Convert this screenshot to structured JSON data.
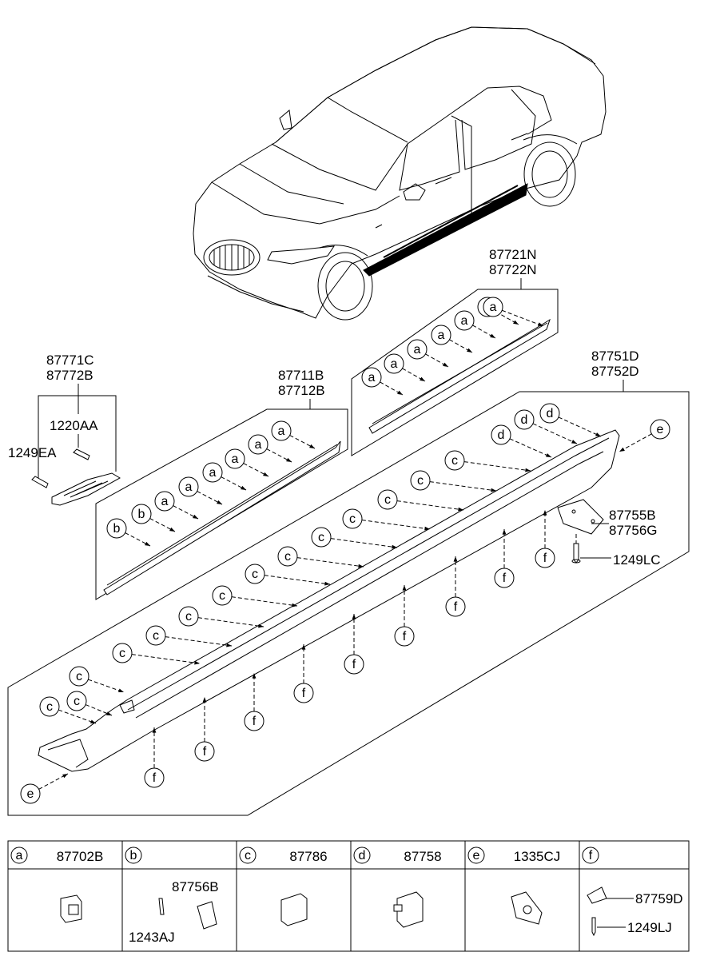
{
  "part_labels": {
    "rear_moulding_top": "87721N",
    "rear_moulding_bottom": "87722N",
    "front_moulding_top": "87711B",
    "front_moulding_bottom": "87712B",
    "side_sill_top": "87751D",
    "side_sill_bottom": "87752D",
    "emblem_top": "87771C",
    "emblem_bottom": "87772B",
    "screw_upper": "1220AA",
    "screw_lower": "1249EA",
    "bracket_top": "87755B",
    "bracket_bottom": "87756G",
    "bracket_screw": "1249LC"
  },
  "callouts": {
    "a": "a",
    "b": "b",
    "c": "c",
    "d": "d",
    "e": "e",
    "f": "f"
  },
  "legend": [
    {
      "key": "a",
      "code": "87702B",
      "sub1": "",
      "sub2": ""
    },
    {
      "key": "b",
      "code": "",
      "sub1": "87756B",
      "sub2": "1243AJ"
    },
    {
      "key": "c",
      "code": "87786",
      "sub1": "",
      "sub2": ""
    },
    {
      "key": "d",
      "code": "87758",
      "sub1": "",
      "sub2": ""
    },
    {
      "key": "e",
      "code": "1335CJ",
      "sub1": "",
      "sub2": ""
    },
    {
      "key": "f",
      "code": "",
      "sub1": "87759D",
      "sub2": "1249LJ"
    }
  ]
}
